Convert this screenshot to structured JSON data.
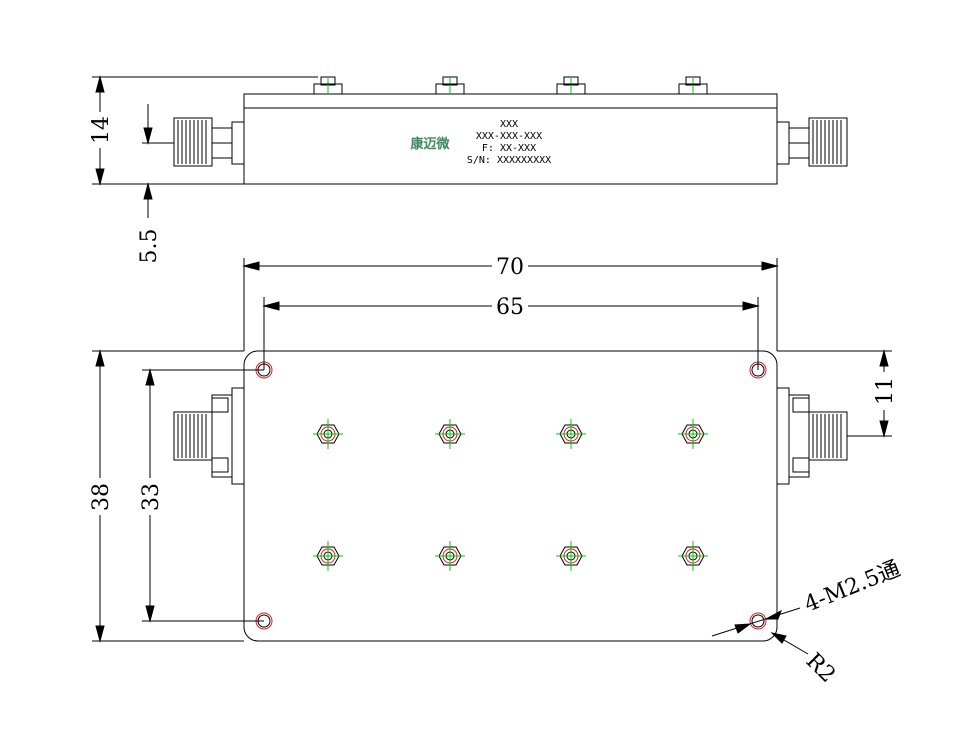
{
  "dimensions": {
    "height_14": "14",
    "offset_5_5": "5.5",
    "width_70": "70",
    "hole_span_65": "65",
    "height_38": "38",
    "hole_span_33": "33",
    "connector_offset_11": "11",
    "mount_holes_callout": "4-M2.5通",
    "corner_radius_callout": "R2"
  },
  "label": {
    "brand": "康迈微",
    "line1": "XXX",
    "line2": "XXX-XXX-XXX",
    "line3": "F: XX-XXX",
    "line4": "S/N: XXXXXXXXX"
  },
  "colors": {
    "line": "#000000",
    "hole_red": "#e02020",
    "center_green": "#00c800",
    "brand_green": "#3b8a5a"
  }
}
